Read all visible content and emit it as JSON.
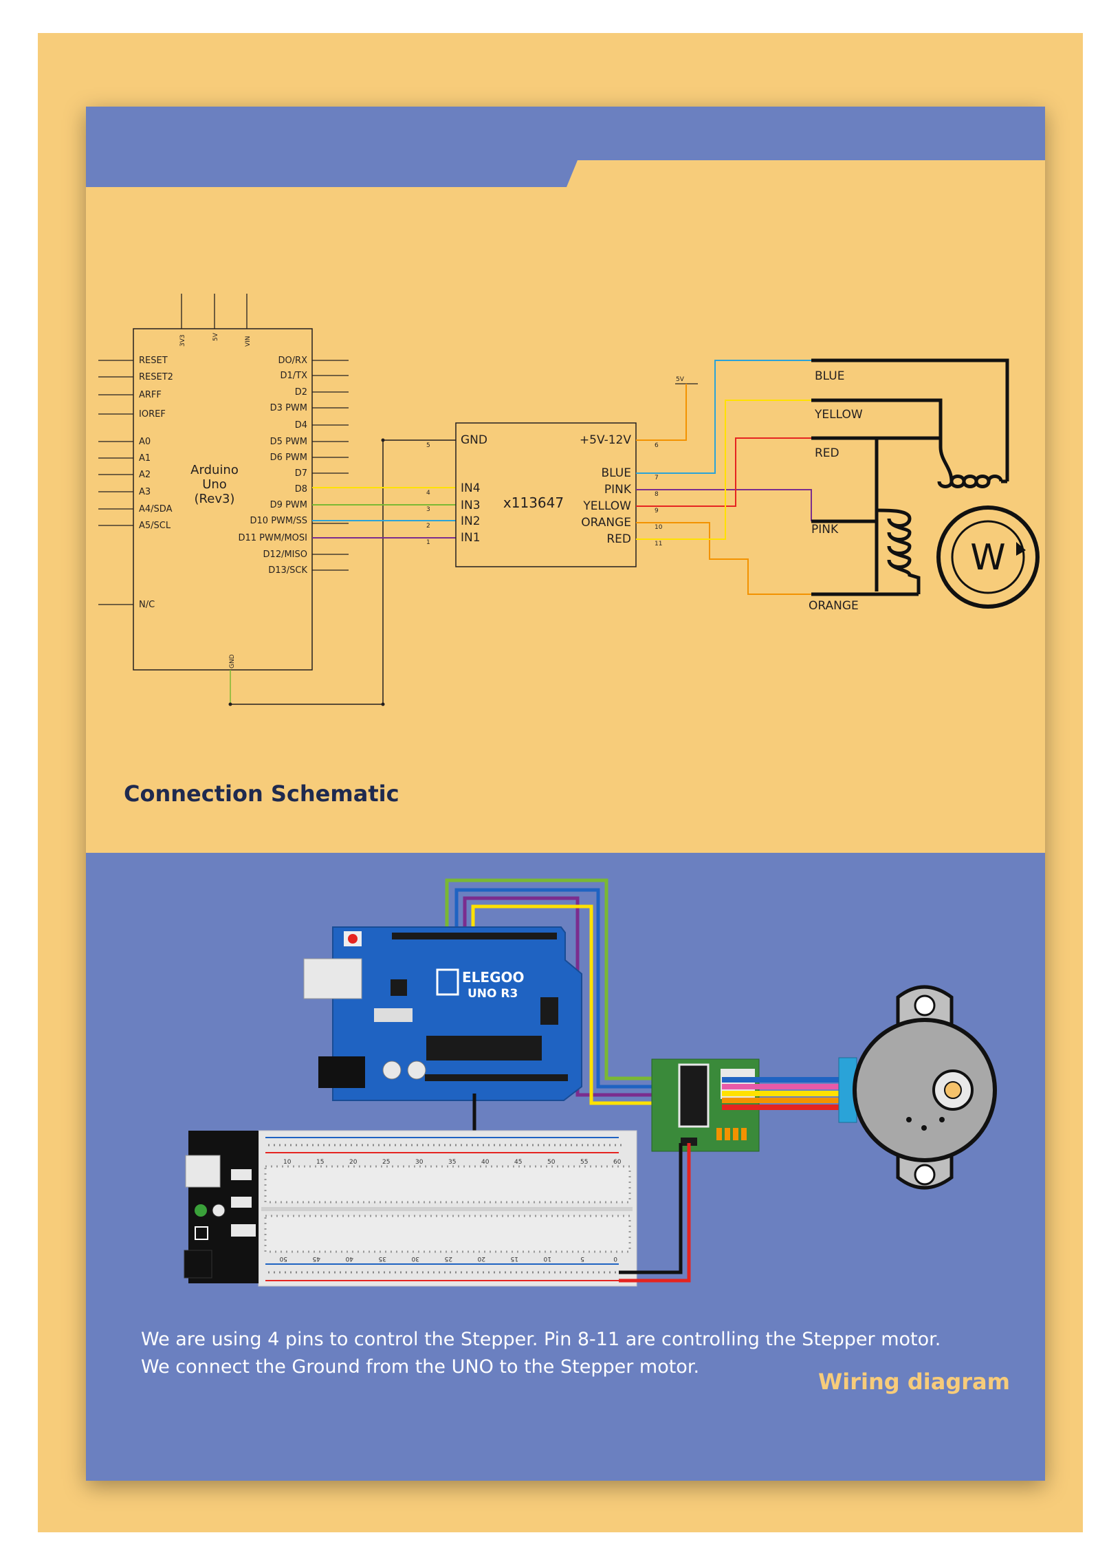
{
  "schematic": {
    "heading": "Connection Schematic",
    "arduino": {
      "name_lines": [
        "Arduino",
        "Uno",
        "(Rev3)"
      ],
      "top_pins": [
        "3V3",
        "5V",
        "VIN"
      ],
      "left_pins": [
        "RESET",
        "RESET2",
        "ARFF",
        "IOREF",
        "A0",
        "A1",
        "A2",
        "A3",
        "A4/SDA",
        "A5/SCL",
        "N/C"
      ],
      "right_pins": [
        "DO/RX",
        "D1/TX",
        "D2",
        "D3 PWM",
        "D4",
        "D5 PWM",
        "D6 PWM",
        "D7",
        "D8",
        "D9 PWM",
        "D10 PWM/SS",
        "D11 PWM/MOSI",
        "D12/MISO",
        "D13/SCK"
      ],
      "bottom_pin": "GND"
    },
    "driver": {
      "name": "x113647",
      "left_pins": [
        "GND",
        "IN4",
        "IN3",
        "IN2",
        "IN1"
      ],
      "left_pin_numbers": [
        "5",
        "4",
        "3",
        "2",
        "1"
      ],
      "right_pins": [
        "+5V-12V",
        "BLUE",
        "PINK",
        "YELLOW",
        "ORANGE",
        "RED"
      ],
      "right_pin_numbers": [
        "6",
        "7",
        "8",
        "9",
        "10",
        "11"
      ]
    },
    "supply_label": "5V",
    "motor": {
      "wires": [
        "BLUE",
        "YELLOW",
        "RED",
        "PINK",
        "ORANGE"
      ],
      "symbol": "W"
    },
    "wire_colors": {
      "blue": "#2aa3d8",
      "yellow": "#ffe100",
      "red": "#e52420",
      "purple": "#7b2d8e",
      "orange": "#f39200",
      "green": "#7ab833",
      "black": "#231f20"
    }
  },
  "wiring": {
    "board_brand": "ELEGOO",
    "board_model": "UNO R3",
    "caption_lines": [
      "We are using 4 pins to control the Stepper. Pin 8-11 are controlling the Stepper motor.",
      "We connect the Ground from the UNO to the Stepper motor."
    ],
    "title": "Wiring diagram",
    "breadboard_top_numbers": [
      "10",
      "15",
      "20",
      "25",
      "30",
      "35",
      "40",
      "45",
      "50",
      "55",
      "60"
    ],
    "breadboard_bottom_numbers": [
      "50",
      "45",
      "40",
      "35",
      "30",
      "25",
      "20",
      "15",
      "10",
      "5",
      "0"
    ]
  },
  "colors": {
    "page_orange": "#f7cc7a",
    "panel_blue": "#6b80c0",
    "heading_navy": "#1f2a4f"
  }
}
